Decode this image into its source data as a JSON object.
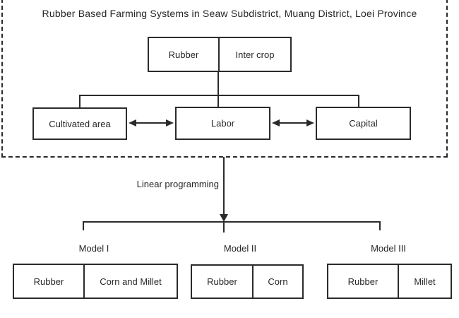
{
  "diagram": {
    "title": "Rubber Based Farming Systems in Seaw Subdistrict, Muang District, Loei Province",
    "system_box": {
      "cells": [
        "Rubber",
        "Inter crop"
      ]
    },
    "resource_boxes": [
      "Cultivated area",
      "Labor",
      "Capital"
    ],
    "process_arrow_label": "Linear programming",
    "models": [
      {
        "label": "Model I",
        "cells": [
          "Rubber",
          "Corn and Millet"
        ]
      },
      {
        "label": "Model II",
        "cells": [
          "Rubber",
          "Corn"
        ]
      },
      {
        "label": "Model III",
        "cells": [
          "Rubber",
          "Millet"
        ]
      }
    ],
    "colors": {
      "line": "#2b2b2b",
      "text": "#262626",
      "background": "#ffffff"
    }
  }
}
